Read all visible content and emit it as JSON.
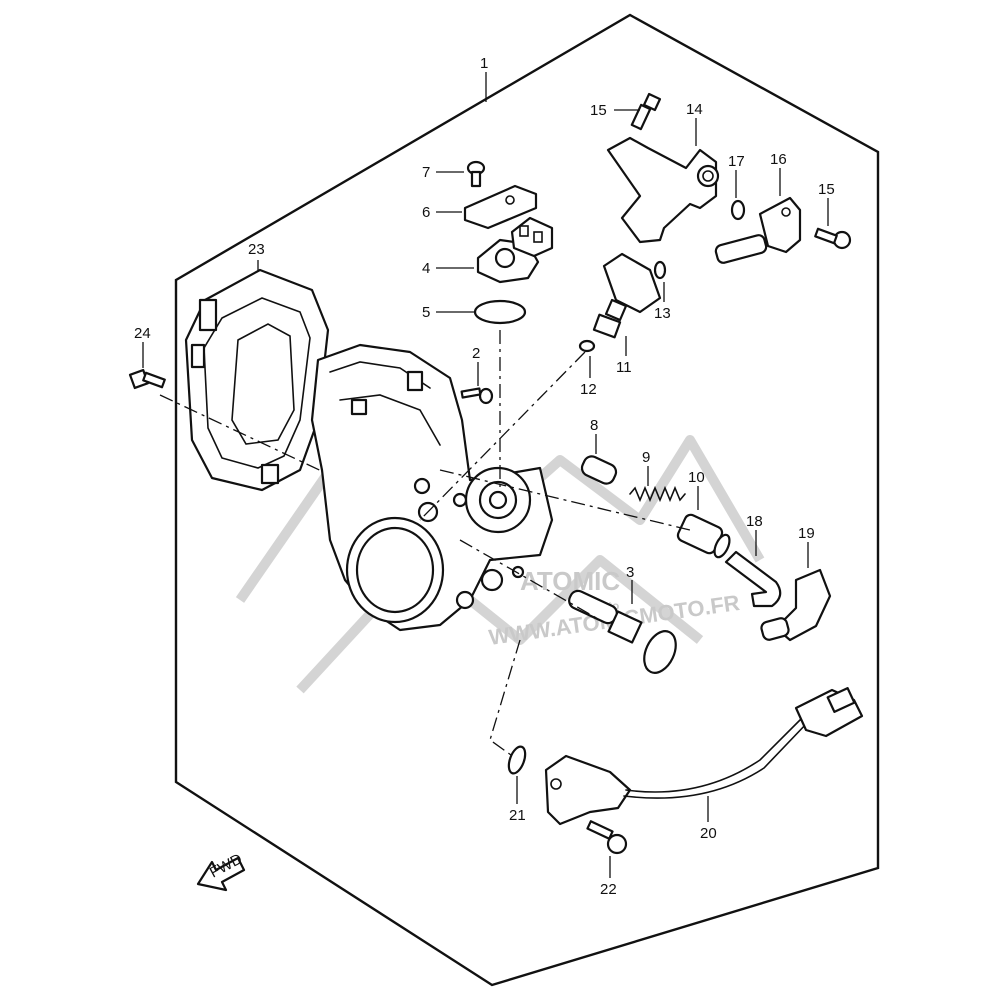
{
  "watermark": {
    "brand": "ATOMIC",
    "sub": "moto",
    "url": "WWW.ATOMICMOTO.FR"
  },
  "fwd_label": "FWD",
  "callouts": [
    "1",
    "2",
    "3",
    "4",
    "5",
    "6",
    "7",
    "8",
    "9",
    "10",
    "11",
    "12",
    "13",
    "14",
    "15",
    "15",
    "16",
    "17",
    "18",
    "19",
    "20",
    "21",
    "22",
    "23",
    "24"
  ]
}
